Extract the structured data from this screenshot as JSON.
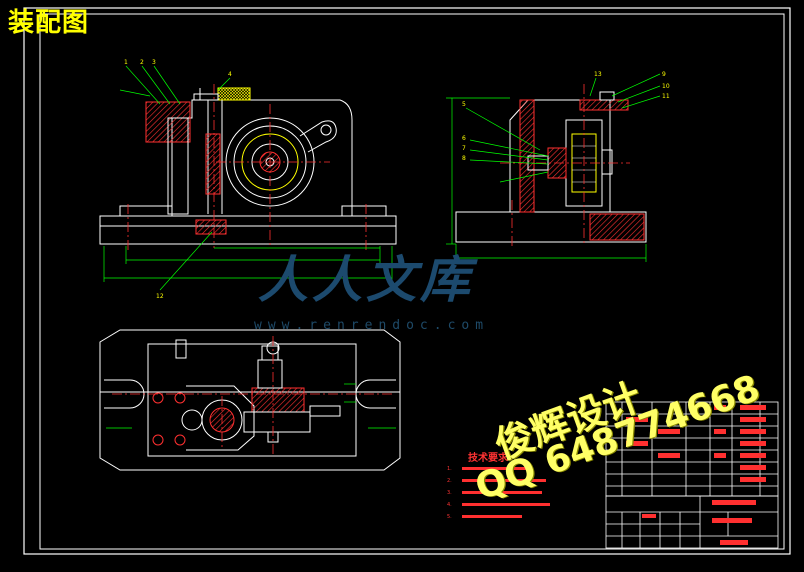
{
  "title": "装配图",
  "watermark": {
    "logo": "人人文库",
    "site": "www.renrendoc.com",
    "text_a": "俊辉设计",
    "text_b": "QQ 648774668"
  },
  "technical_requirements": {
    "heading": "技术要求",
    "lines": [
      "1.",
      "2.",
      "3.",
      "4.",
      "5."
    ]
  },
  "colors": {
    "background": "#000000",
    "outline": "#ffffff",
    "dimension": "#00ff00",
    "centerline": "#ff3030",
    "section": "#ff3030",
    "label": "#ffff00",
    "watermark_blue": "#1c4a6e"
  },
  "callouts": [
    "1",
    "2",
    "3",
    "4",
    "5",
    "6",
    "7",
    "8",
    "9",
    "10",
    "11",
    "12",
    "13"
  ]
}
